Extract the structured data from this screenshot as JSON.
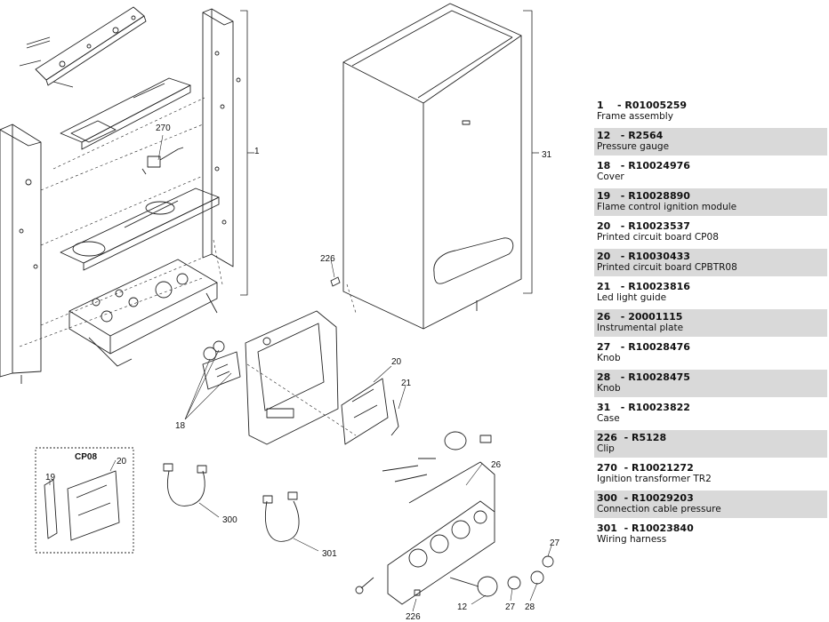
{
  "callouts": {
    "c1": "1",
    "c31": "31",
    "c270": "270",
    "c226_top": "226",
    "c20_mid": "20",
    "c21": "21",
    "c18": "18",
    "c20_box": "20",
    "c19": "19",
    "c300": "300",
    "c301": "301",
    "c26": "26",
    "c27_a": "27",
    "c27_b": "27",
    "c28": "28",
    "c12": "12",
    "c226_bottom": "226"
  },
  "inset_label": "CP08",
  "parts": [
    {
      "num": "1",
      "code": "R01005259",
      "desc": "Frame assembly"
    },
    {
      "num": "12",
      "code": "R2564",
      "desc": "Pressure gauge"
    },
    {
      "num": "18",
      "code": "R10024976",
      "desc": "Cover"
    },
    {
      "num": "19",
      "code": "R10028890",
      "desc": "Flame control ignition module"
    },
    {
      "num": "20",
      "code": "R10023537",
      "desc": "Printed circuit board CP08"
    },
    {
      "num": "20",
      "code": "R10030433",
      "desc": "Printed circuit board CPBTR08"
    },
    {
      "num": "21",
      "code": "R10023816",
      "desc": "Led light guide"
    },
    {
      "num": "26",
      "code": "20001115",
      "desc": "Instrumental plate"
    },
    {
      "num": "27",
      "code": "R10028476",
      "desc": "Knob"
    },
    {
      "num": "28",
      "code": "R10028475",
      "desc": "Knob"
    },
    {
      "num": "31",
      "code": "R10023822",
      "desc": "Case"
    },
    {
      "num": "226",
      "code": "R5128",
      "desc": "Clip"
    },
    {
      "num": "270",
      "code": "R10021272",
      "desc": "Ignition transformer TR2"
    },
    {
      "num": "300",
      "code": "R10029203",
      "desc": "Connection cable pressure"
    },
    {
      "num": "301",
      "code": "R10023840",
      "desc": "Wiring harness"
    }
  ]
}
